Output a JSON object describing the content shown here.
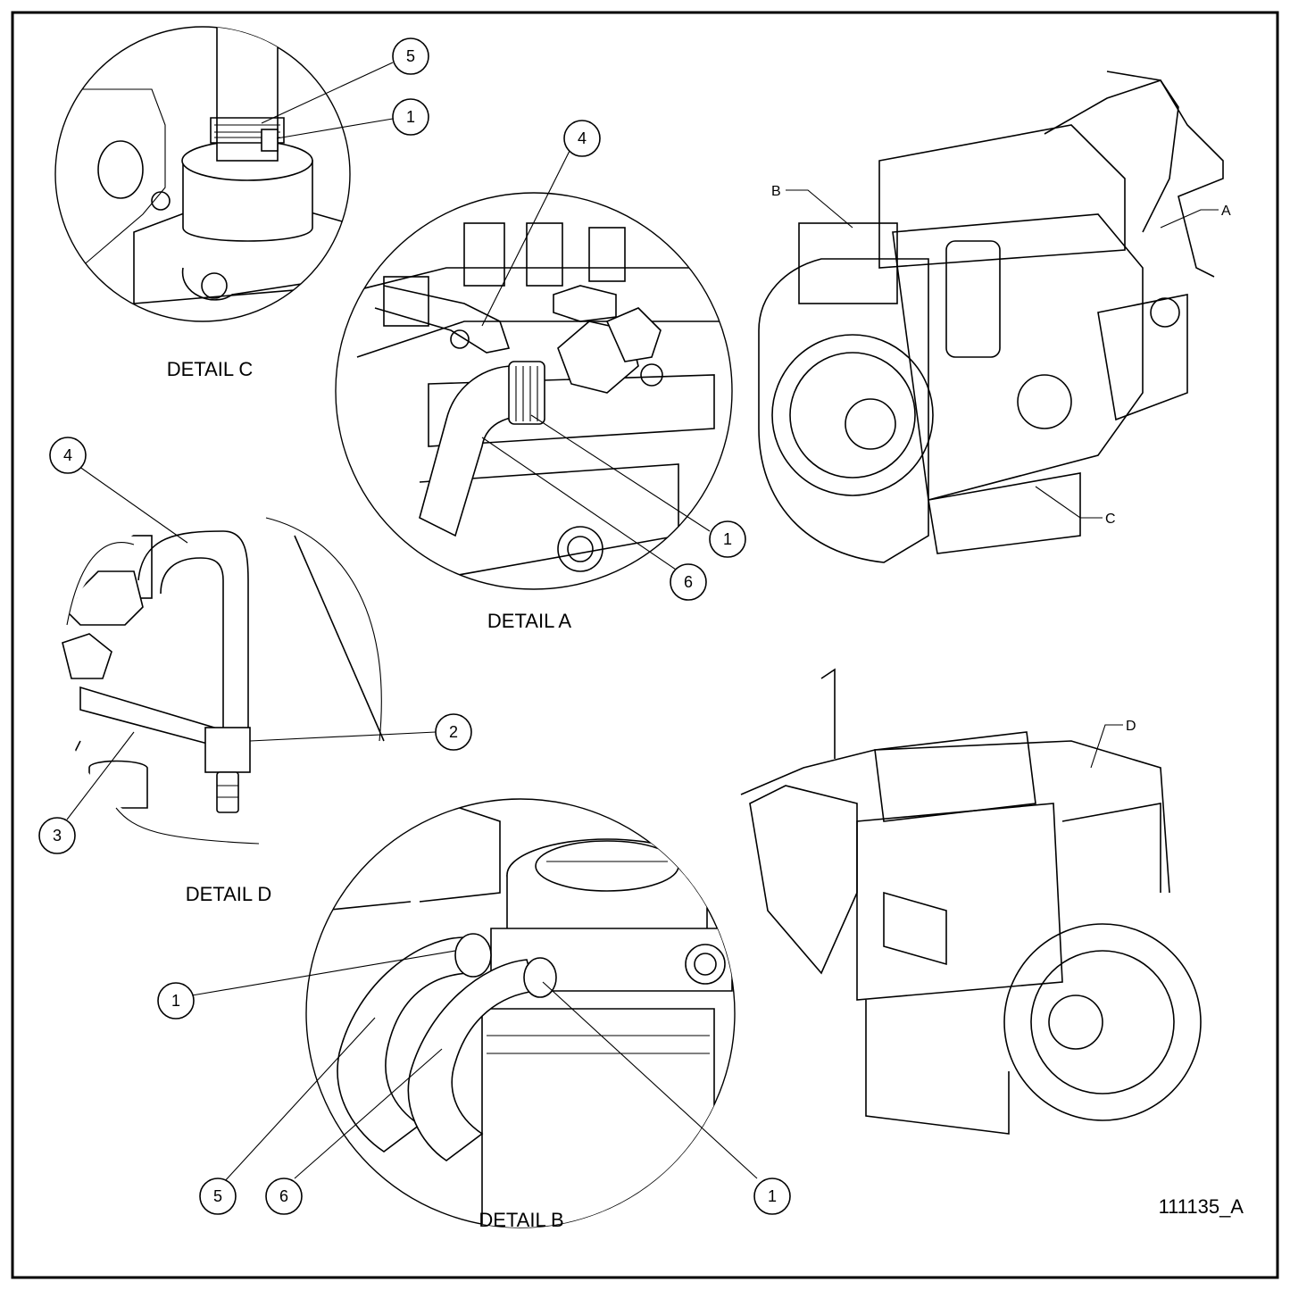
{
  "details": {
    "c": {
      "title": "DETAIL C"
    },
    "a": {
      "title": "DETAIL A"
    },
    "d": {
      "title": "DETAIL D"
    },
    "b": {
      "title": "DETAIL B"
    }
  },
  "callouts": {
    "c_5": "5",
    "c_1": "1",
    "a_4": "4",
    "a_1": "1",
    "a_6": "6",
    "d_4": "4",
    "d_2": "2",
    "d_3": "3",
    "b_1_left": "1",
    "b_5": "5",
    "b_6": "6",
    "b_1_right": "1"
  },
  "location_markers": {
    "a": "A",
    "b": "B",
    "c": "C",
    "d": "D"
  },
  "drawing_id": "111135_A"
}
